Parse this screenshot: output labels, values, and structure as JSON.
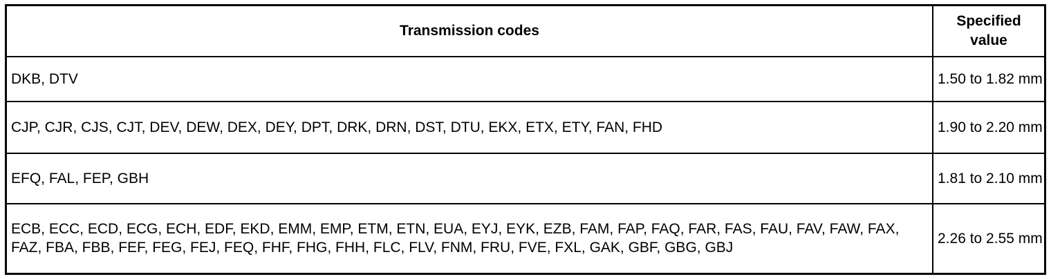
{
  "table": {
    "headers": {
      "codes": "Transmission codes",
      "value": "Specified value"
    },
    "rows": [
      {
        "codes": "DKB, DTV",
        "value": "1.50 to 1.82 mm"
      },
      {
        "codes": "CJP, CJR, CJS, CJT, DEV, DEW, DEX, DEY, DPT, DRK, DRN, DST, DTU, EKX, ETX, ETY, FAN, FHD",
        "value": "1.90 to 2.20 mm"
      },
      {
        "codes": "EFQ, FAL, FEP, GBH",
        "value": "1.81 to 2.10 mm"
      },
      {
        "codes": "ECB, ECC, ECD, ECG, ECH, EDF, EKD, EMM, EMP, ETM, ETN, EUA, EYJ, EYK, EZB, FAM, FAP, FAQ, FAR, FAS, FAU, FAV, FAW, FAX, FAZ, FBA, FBB, FEF, FEG, FEJ, FEQ, FHF, FHG, FHH, FLC, FLV, FNM, FRU, FVE, FXL, GAK, GBF, GBG, GBJ",
        "value": "2.26 to 2.55 mm"
      }
    ]
  }
}
